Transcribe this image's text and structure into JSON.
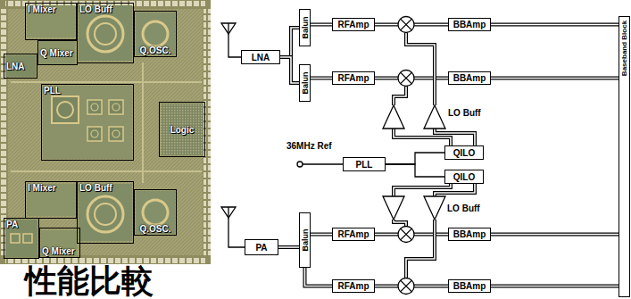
{
  "diagram": {
    "title": "性能比較",
    "nodes": [
      {
        "text": [
          "I Mixer"
        ]
      },
      {
        "text": [
          "LO Buff"
        ]
      },
      {
        "text": [
          "Q.OSC."
        ]
      },
      {
        "text": [
          "LNA"
        ]
      },
      {
        "text": [
          "Q Mixer"
        ]
      },
      {
        "text": [
          "PLL"
        ]
      },
      {
        "text": [
          "Logic"
        ]
      },
      {
        "text": [
          "I Mixer"
        ]
      },
      {
        "text": [
          "LO Buff"
        ]
      },
      {
        "text": [
          "Q.OSC."
        ]
      },
      {
        "text": [
          "PA"
        ]
      },
      {
        "text": [
          "Q Mixer"
        ]
      },
      {
        "text": [
          "LNA"
        ]
      },
      {
        "text": [
          "Balun"
        ]
      },
      {
        "text": [
          "Balun"
        ]
      },
      {
        "text": [
          "RFAmp"
        ]
      },
      {
        "text": [
          "BBAmp"
        ]
      },
      {
        "text": [
          "RFAmp"
        ]
      },
      {
        "text": [
          "BBAmp"
        ]
      },
      {
        "text": [
          "QILO"
        ]
      },
      {
        "text": [
          "PLL"
        ]
      },
      {
        "text": [
          "QILO"
        ]
      },
      {
        "text": [
          "PA"
        ]
      },
      {
        "text": [
          "Balun"
        ]
      },
      {
        "text": [
          "RFAmp"
        ]
      },
      {
        "text": [
          "BBAmp"
        ]
      },
      {
        "text": [
          "RFAmp"
        ]
      },
      {
        "text": [
          "BBAmp"
        ]
      },
      {
        "text": [
          "Baseband Block"
        ]
      }
    ],
    "edges": [
      {
        "from": 12,
        "to": 13,
        "arrow": "none"
      },
      {
        "from": 12,
        "to": 14,
        "arrow": "none"
      },
      {
        "from": 13,
        "to": 15,
        "arrow": "none"
      },
      {
        "from": 14,
        "to": 17,
        "arrow": "none"
      },
      {
        "from": 16,
        "to": 28,
        "arrow": "none"
      },
      {
        "from": 18,
        "to": 28,
        "arrow": "none"
      },
      {
        "from": 20,
        "to": 19,
        "arrow": "none"
      },
      {
        "from": 20,
        "to": 21,
        "arrow": "none"
      },
      {
        "from": 23,
        "to": 22,
        "arrow": "none"
      },
      {
        "from": 24,
        "to": 23,
        "arrow": "none"
      },
      {
        "from": 26,
        "to": 23,
        "arrow": "none"
      },
      {
        "from": 25,
        "to": 28,
        "arrow": "none"
      },
      {
        "from": 27,
        "to": 28,
        "arrow": "none"
      }
    ],
    "labels": [
      "LO Buff",
      "36MHz Ref",
      "LO Buff"
    ]
  }
}
